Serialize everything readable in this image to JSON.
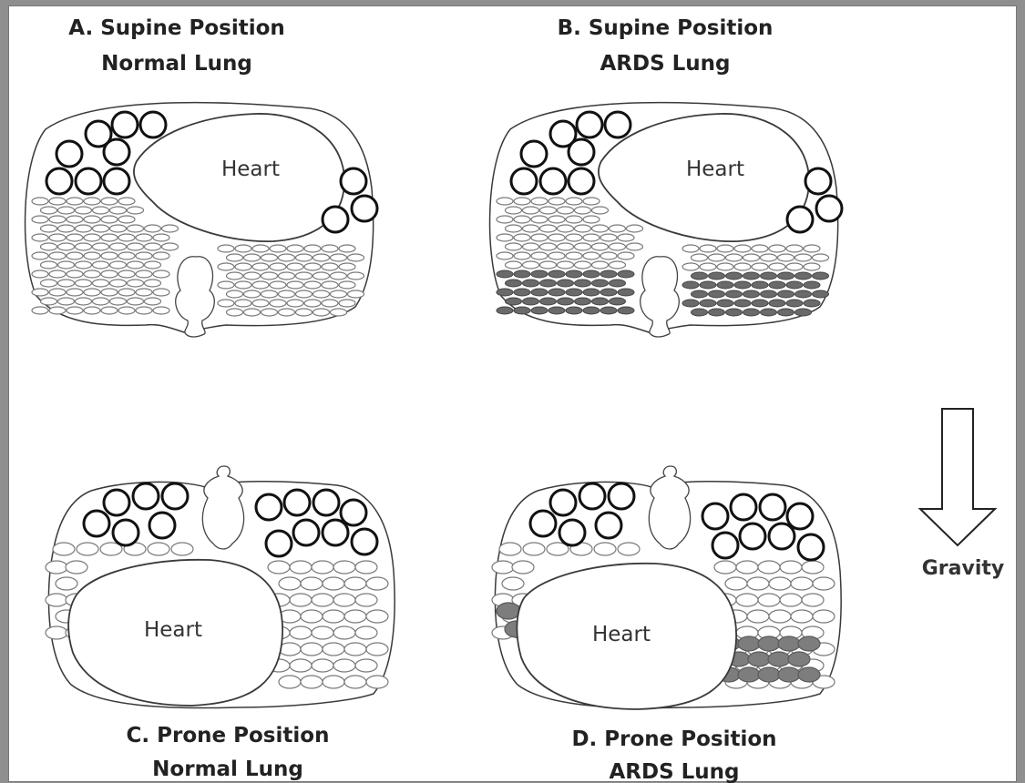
{
  "panels": {
    "a": {
      "title_line1": "A. Supine Position",
      "title_line2": "Normal Lung",
      "heart": "Heart"
    },
    "b": {
      "title_line1": "B. Supine Position",
      "title_line2": "ARDS Lung",
      "heart": "Heart"
    },
    "c": {
      "title_line1": "C. Prone Position",
      "title_line2": "Normal Lung",
      "heart": "Heart"
    },
    "d": {
      "title_line1": "D. Prone Position",
      "title_line2": "ARDS Lung",
      "heart": "Heart"
    }
  },
  "gravity": {
    "label": "Gravity",
    "icon": "down-arrow-icon"
  },
  "colors": {
    "open_alveolus": "#111111",
    "normal_alveolus": "#7a7a7a",
    "collapsed_alveolus": "#7d7d7d",
    "background": "#ffffff"
  }
}
